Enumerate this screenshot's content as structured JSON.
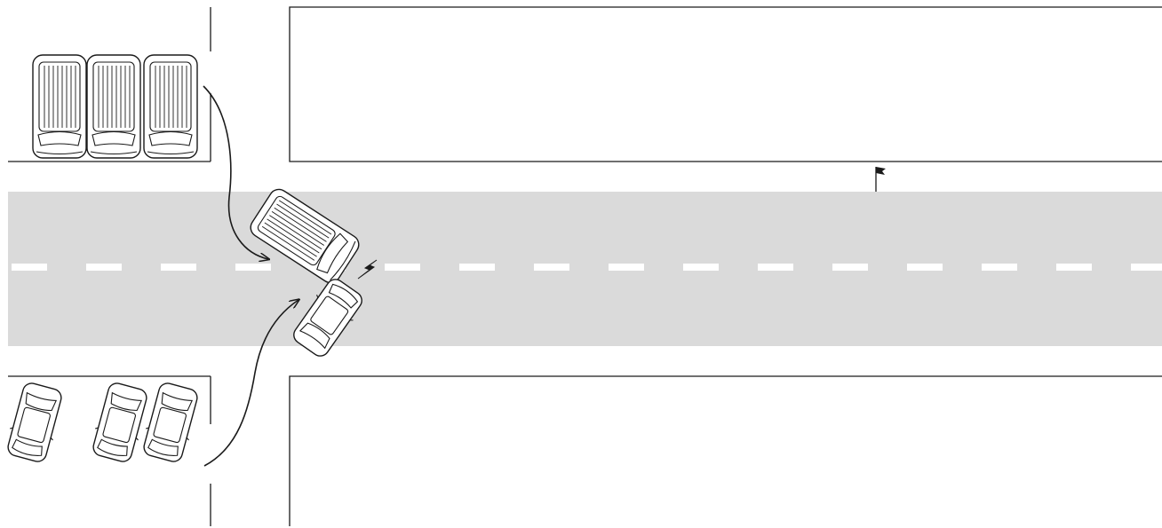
{
  "colors": {
    "background": "#ffffff",
    "road": "#dadada",
    "lane_marking": "#ffffff",
    "line": "#1a1a1a",
    "vehicle_fill": "#ffffff"
  },
  "scene": {
    "road": {
      "lane_marking": "dashed",
      "direction": "horizontal"
    },
    "parked_vehicles": {
      "top_left_lot": {
        "type": "van",
        "count": 3
      },
      "bottom_left_lot": {
        "type": "car",
        "count": 3
      }
    },
    "moving_vehicles": [
      {
        "type": "van",
        "origin": "top-left-lot",
        "icon": "van-icon"
      },
      {
        "type": "car",
        "origin": "bottom-left-lot",
        "icon": "car-icon"
      }
    ],
    "impact_icon": "lightning-bolt-icon",
    "flag_icon": "flag-icon"
  }
}
